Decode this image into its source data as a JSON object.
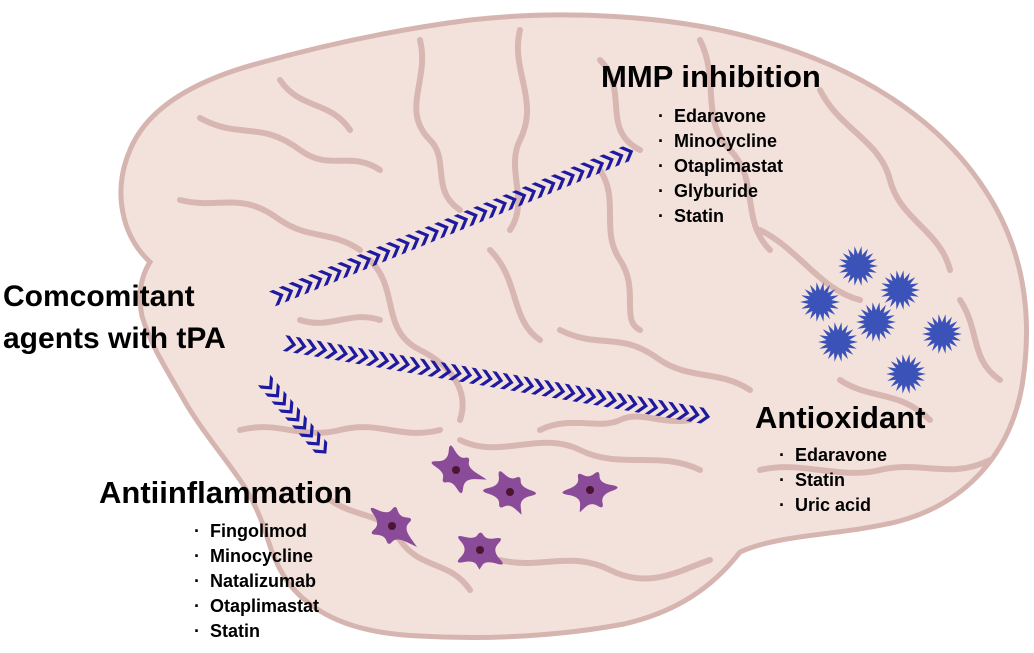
{
  "hub": {
    "line1": "Comcomitant",
    "line2": "agents with tPA"
  },
  "groups": {
    "mmp": {
      "title": "MMP inhibition",
      "items": [
        "Edaravone",
        "Minocycline",
        "Otaplimastat",
        "Glyburide",
        "Statin"
      ]
    },
    "antioxidant": {
      "title": "Antioxidant",
      "items": [
        "Edaravone",
        "Statin",
        "Uric acid"
      ]
    },
    "antiinflammation": {
      "title": "Antiinflammation",
      "items": [
        "Fingolimod",
        "Minocycline",
        "Natalizumab",
        "Otaplimastat",
        "Statin"
      ]
    }
  },
  "colors": {
    "brain_fill": "#f3e2dc",
    "brain_outline": "#d6b5b0",
    "sulci": "#d8b7b2",
    "arrow": "#1e1aa0",
    "radicals": "#3b52b8",
    "microglia": "#8a4c98",
    "microglia_nucleus": "#4a1530"
  },
  "icons": {
    "arrows": "chevron-arrow",
    "radicals": "spiky-star-radical",
    "cells": "microglia-cell"
  }
}
